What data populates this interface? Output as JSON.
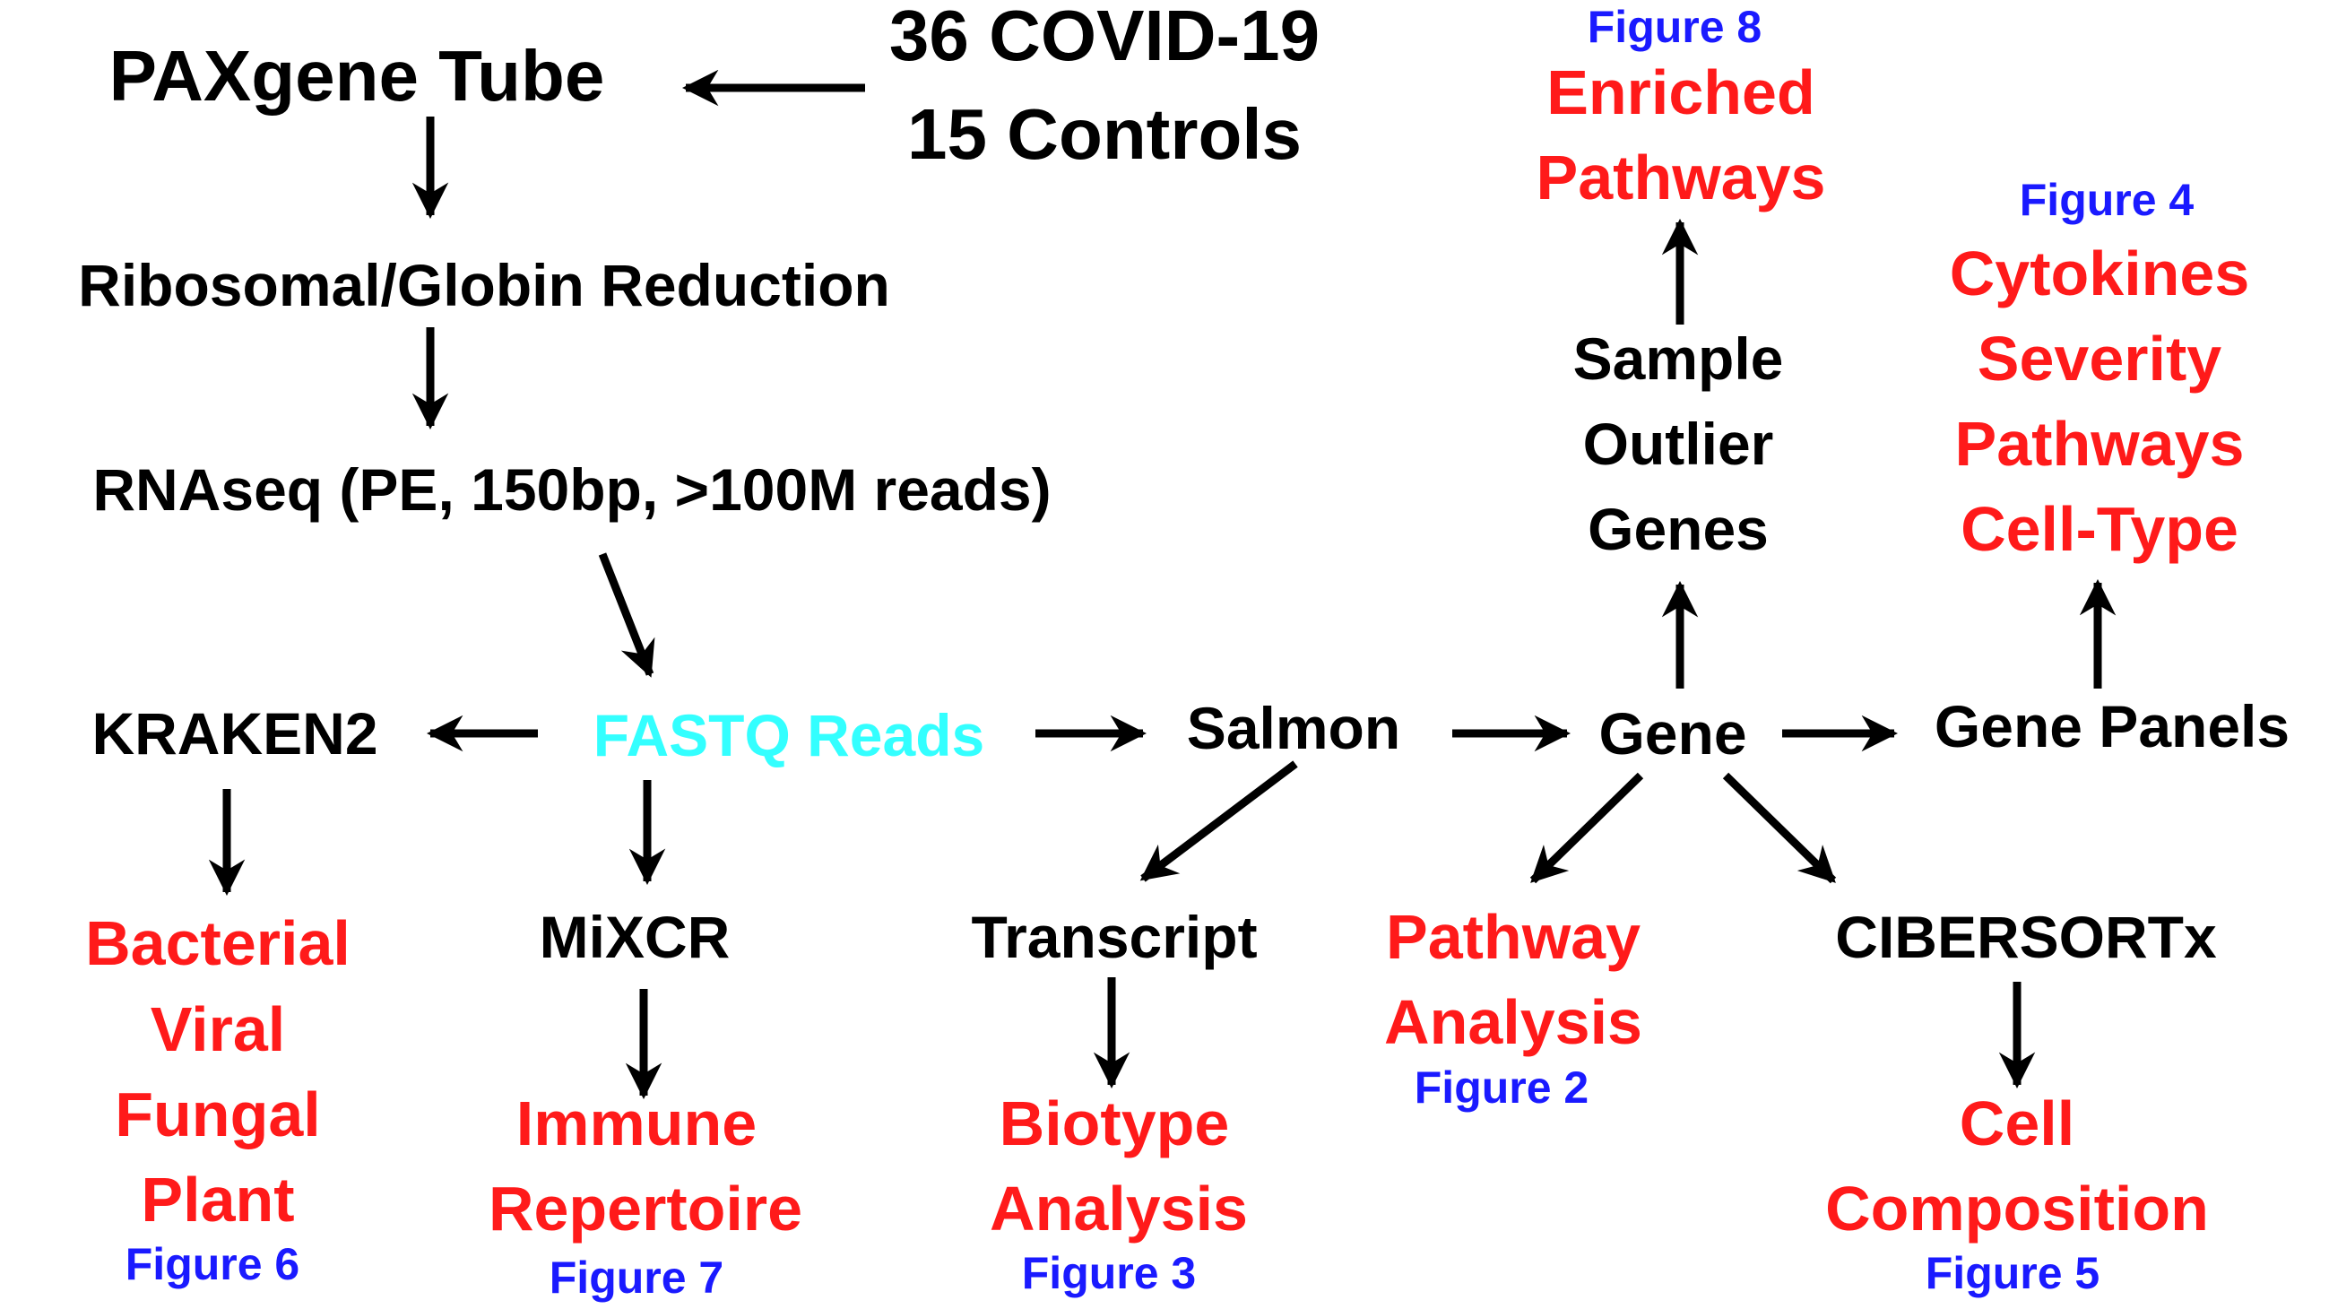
{
  "nodes": {
    "paxgene": "PAXgene Tube",
    "samples_covid": "36 COVID-19",
    "samples_controls": "15 Controls",
    "reduction": "Ribosomal/Globin Reduction",
    "rnaseq": "RNAseq (PE, 150bp, >100M reads)",
    "kraken": "KRAKEN2",
    "fastq": "FASTQ Reads",
    "salmon": "Salmon",
    "gene": "Gene",
    "gene_panels": "Gene Panels",
    "mixcr": "MiXCR",
    "transcript": "Transcript",
    "cibersort": "CIBERSORTx",
    "outlier_1": "Sample",
    "outlier_2": "Outlier",
    "outlier_3": "Genes"
  },
  "outputs": {
    "bacterial": "Bacterial",
    "viral": "Viral",
    "fungal": "Fungal",
    "plant": "Plant",
    "immune": "Immune",
    "repertoire": "Repertoire",
    "biotype": "Biotype",
    "biotype_analysis": "Analysis",
    "pathway": "Pathway",
    "pathway_analysis": "Analysis",
    "cell": "Cell",
    "composition": "Composition",
    "enriched": "Enriched",
    "enriched_pathways": "Pathways",
    "cytokines": "Cytokines",
    "severity": "Severity",
    "panel_pathways": "Pathways",
    "cell_type": "Cell-Type"
  },
  "figures": {
    "fig2": "Figure 2",
    "fig3": "Figure 3",
    "fig4": "Figure 4",
    "fig5": "Figure 5",
    "fig6": "Figure 6",
    "fig7": "Figure 7",
    "fig8": "Figure 8"
  },
  "colors": {
    "node": "#000000",
    "output": "#ff1a1a",
    "figure_ref": "#1a1aff",
    "fastq": "#33ffff",
    "arrow": "#000000"
  }
}
